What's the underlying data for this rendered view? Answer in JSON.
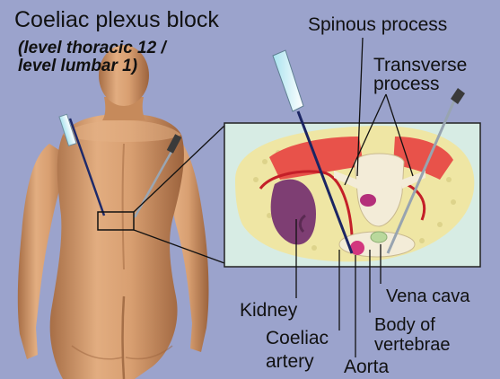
{
  "title": "Coeliac plexus block",
  "subtitle_lines": [
    "(level thoracic 12 /",
    "level lumbar 1)"
  ],
  "labels": {
    "spinous_process": "Spinous process",
    "transverse_process": [
      "Transverse",
      "process"
    ],
    "kidney": "Kidney",
    "vena_cava": "Vena cava",
    "coeliac_artery": [
      "Coeliac",
      "artery"
    ],
    "body_of_vertebrae": [
      "Body of",
      "vertebrae"
    ],
    "aorta": "Aorta"
  },
  "colors": {
    "background": "#9ba3cc",
    "inset_background": "#d7ece4",
    "skin": "#d79f71",
    "muscle": "#e8524a",
    "fat": "#efe6a4",
    "kidney": "#7e3e73",
    "vertebra": "#f3ecd8"
  }
}
